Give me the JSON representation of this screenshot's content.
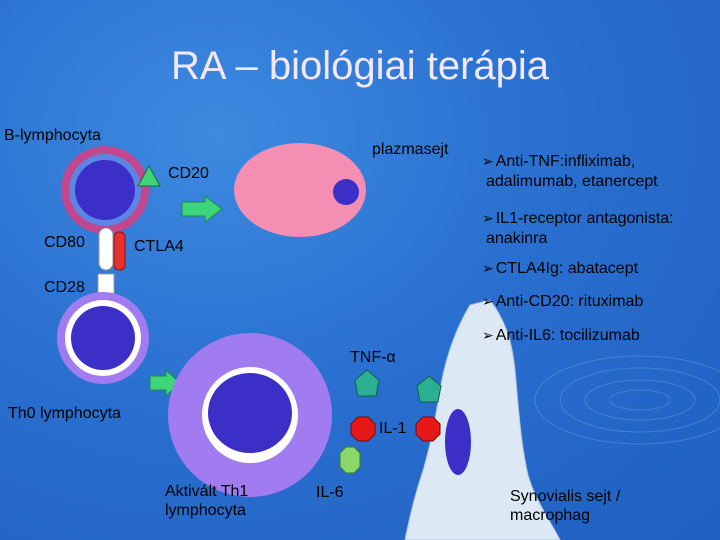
{
  "slide": {
    "title": "RA – biológiai terápia",
    "labels": {
      "b_lymphocyta": "B-lymphocyta",
      "cd20": "CD20",
      "plazmasejt": "plazmasejt",
      "cd80": "CD80",
      "ctla4": "CTLA4",
      "cd28": "CD28",
      "tnf": "TNF-α",
      "th0": "Th0 lymphocyta",
      "il1": "IL-1",
      "aktivalt_line1": "Aktivált Th1",
      "aktivalt_line2": "lymphocyta",
      "il6": "IL-6",
      "synov_line1": "Synovialis sejt /",
      "synov_line2": "macrophag"
    },
    "bullets": [
      {
        "line1": "Anti-TNF:infliximab,",
        "line2": "adalimumab, etanercept"
      },
      {
        "line1": "IL1-receptor antagonista:",
        "line2": "anakinra"
      },
      {
        "line1": "CTLA4Ig: abatacept",
        "line2": ""
      },
      {
        "line1": "Anti-CD20: rituximab",
        "line2": ""
      },
      {
        "line1": "Anti-IL6: tocilizumab",
        "line2": ""
      }
    ],
    "bullet_marker": "➢",
    "colors": {
      "b_cell_ring": "#c1488f",
      "nucleus": "#3b2fc8",
      "plasma_cell": "#f48fb3",
      "th_cell": "#a07cf0",
      "arrow": "#3ed47a",
      "cd20": "#3ed47a",
      "ctla4": "#e83030",
      "tnf": "#2ab090",
      "il1": "#e81818",
      "il6": "#8ad86a",
      "synovial": "#dce8f4"
    }
  }
}
